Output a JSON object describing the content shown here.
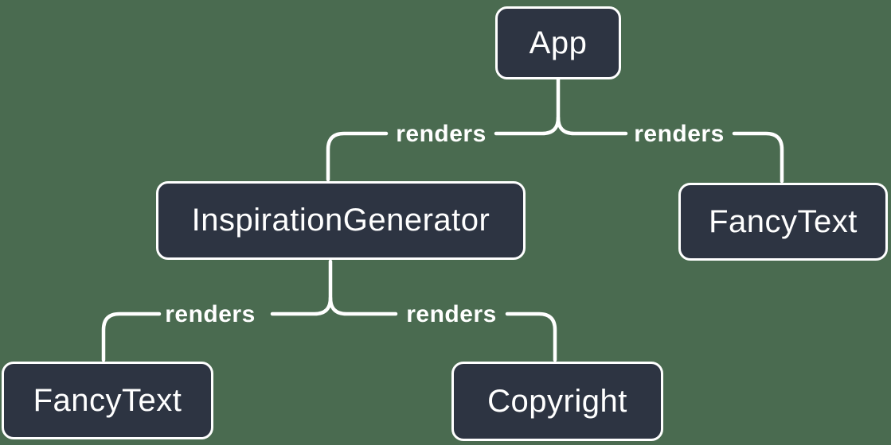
{
  "diagram": {
    "kind": "component-render-tree"
  },
  "colors": {
    "background": "#4a6b50",
    "node_fill": "#2d3442",
    "node_border": "#ffffff",
    "text": "#ffffff",
    "line": "#ffffff"
  },
  "nodes": [
    {
      "id": "app",
      "label": "App"
    },
    {
      "id": "inspiration-generator",
      "label": "InspirationGenerator"
    },
    {
      "id": "fancy-text-top",
      "label": "FancyText"
    },
    {
      "id": "fancy-text-bottom",
      "label": "FancyText"
    },
    {
      "id": "copyright",
      "label": "Copyright"
    }
  ],
  "edges": [
    {
      "from": "App",
      "to": "InspirationGenerator",
      "label": "renders"
    },
    {
      "from": "App",
      "to": "FancyText",
      "label": "renders"
    },
    {
      "from": "InspirationGenerator",
      "to": "FancyText",
      "label": "renders"
    },
    {
      "from": "InspirationGenerator",
      "to": "Copyright",
      "label": "renders"
    }
  ]
}
